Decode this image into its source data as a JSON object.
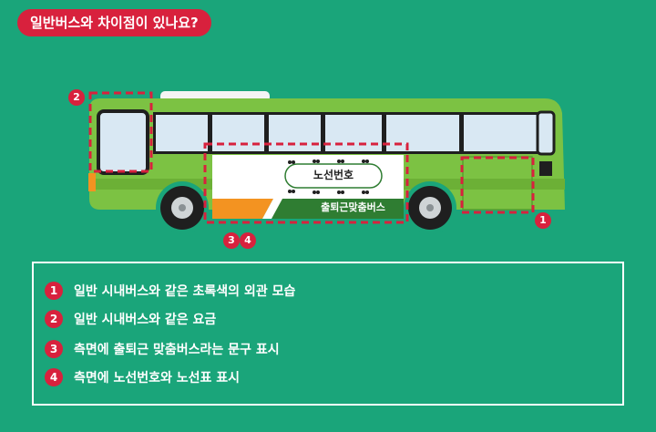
{
  "title": "일반버스와 차이점이 있나요?",
  "bus": {
    "route_label": "노선번호",
    "commuter_label": "출퇴근맞춤버스",
    "colors": {
      "body": "#7cc243",
      "body_dark": "#5a9e2e",
      "window": "#d9e8f3",
      "orange": "#f39321",
      "panel": "#ffffff"
    }
  },
  "markers": {
    "m1": "1",
    "m2": "2",
    "m3": "3",
    "m4": "4"
  },
  "legend": {
    "items": [
      {
        "num": "1",
        "text": "일반 시내버스와 같은 초록색의 외관 모습"
      },
      {
        "num": "2",
        "text": "일반 시내버스와 같은 요금"
      },
      {
        "num": "3",
        "text": "측면에 출퇴근 맞춤버스라는 문구 표시"
      },
      {
        "num": "4",
        "text": "측면에 노선번호와 노선표 표시"
      }
    ]
  },
  "accent": "#d8213d",
  "background": "#1aa57a"
}
